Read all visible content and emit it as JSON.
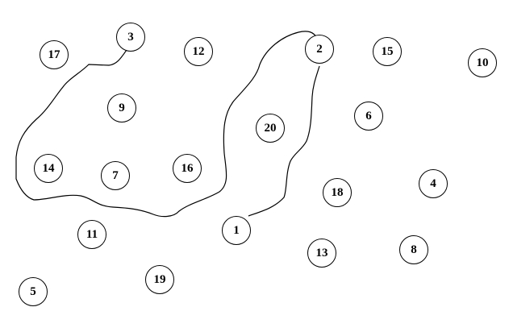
{
  "nodes": [
    {
      "label": "17"
    },
    {
      "label": "3"
    },
    {
      "label": "12"
    },
    {
      "label": "2"
    },
    {
      "label": "15"
    },
    {
      "label": "10"
    },
    {
      "label": "9"
    },
    {
      "label": "20"
    },
    {
      "label": "6"
    },
    {
      "label": "14"
    },
    {
      "label": "7"
    },
    {
      "label": "16"
    },
    {
      "label": "18"
    },
    {
      "label": "4"
    },
    {
      "label": "1"
    },
    {
      "label": "11"
    },
    {
      "label": "13"
    },
    {
      "label": "8"
    },
    {
      "label": "19"
    },
    {
      "label": "5"
    }
  ],
  "colors": {
    "line": "#000000",
    "node_fill": "#ffffff"
  }
}
